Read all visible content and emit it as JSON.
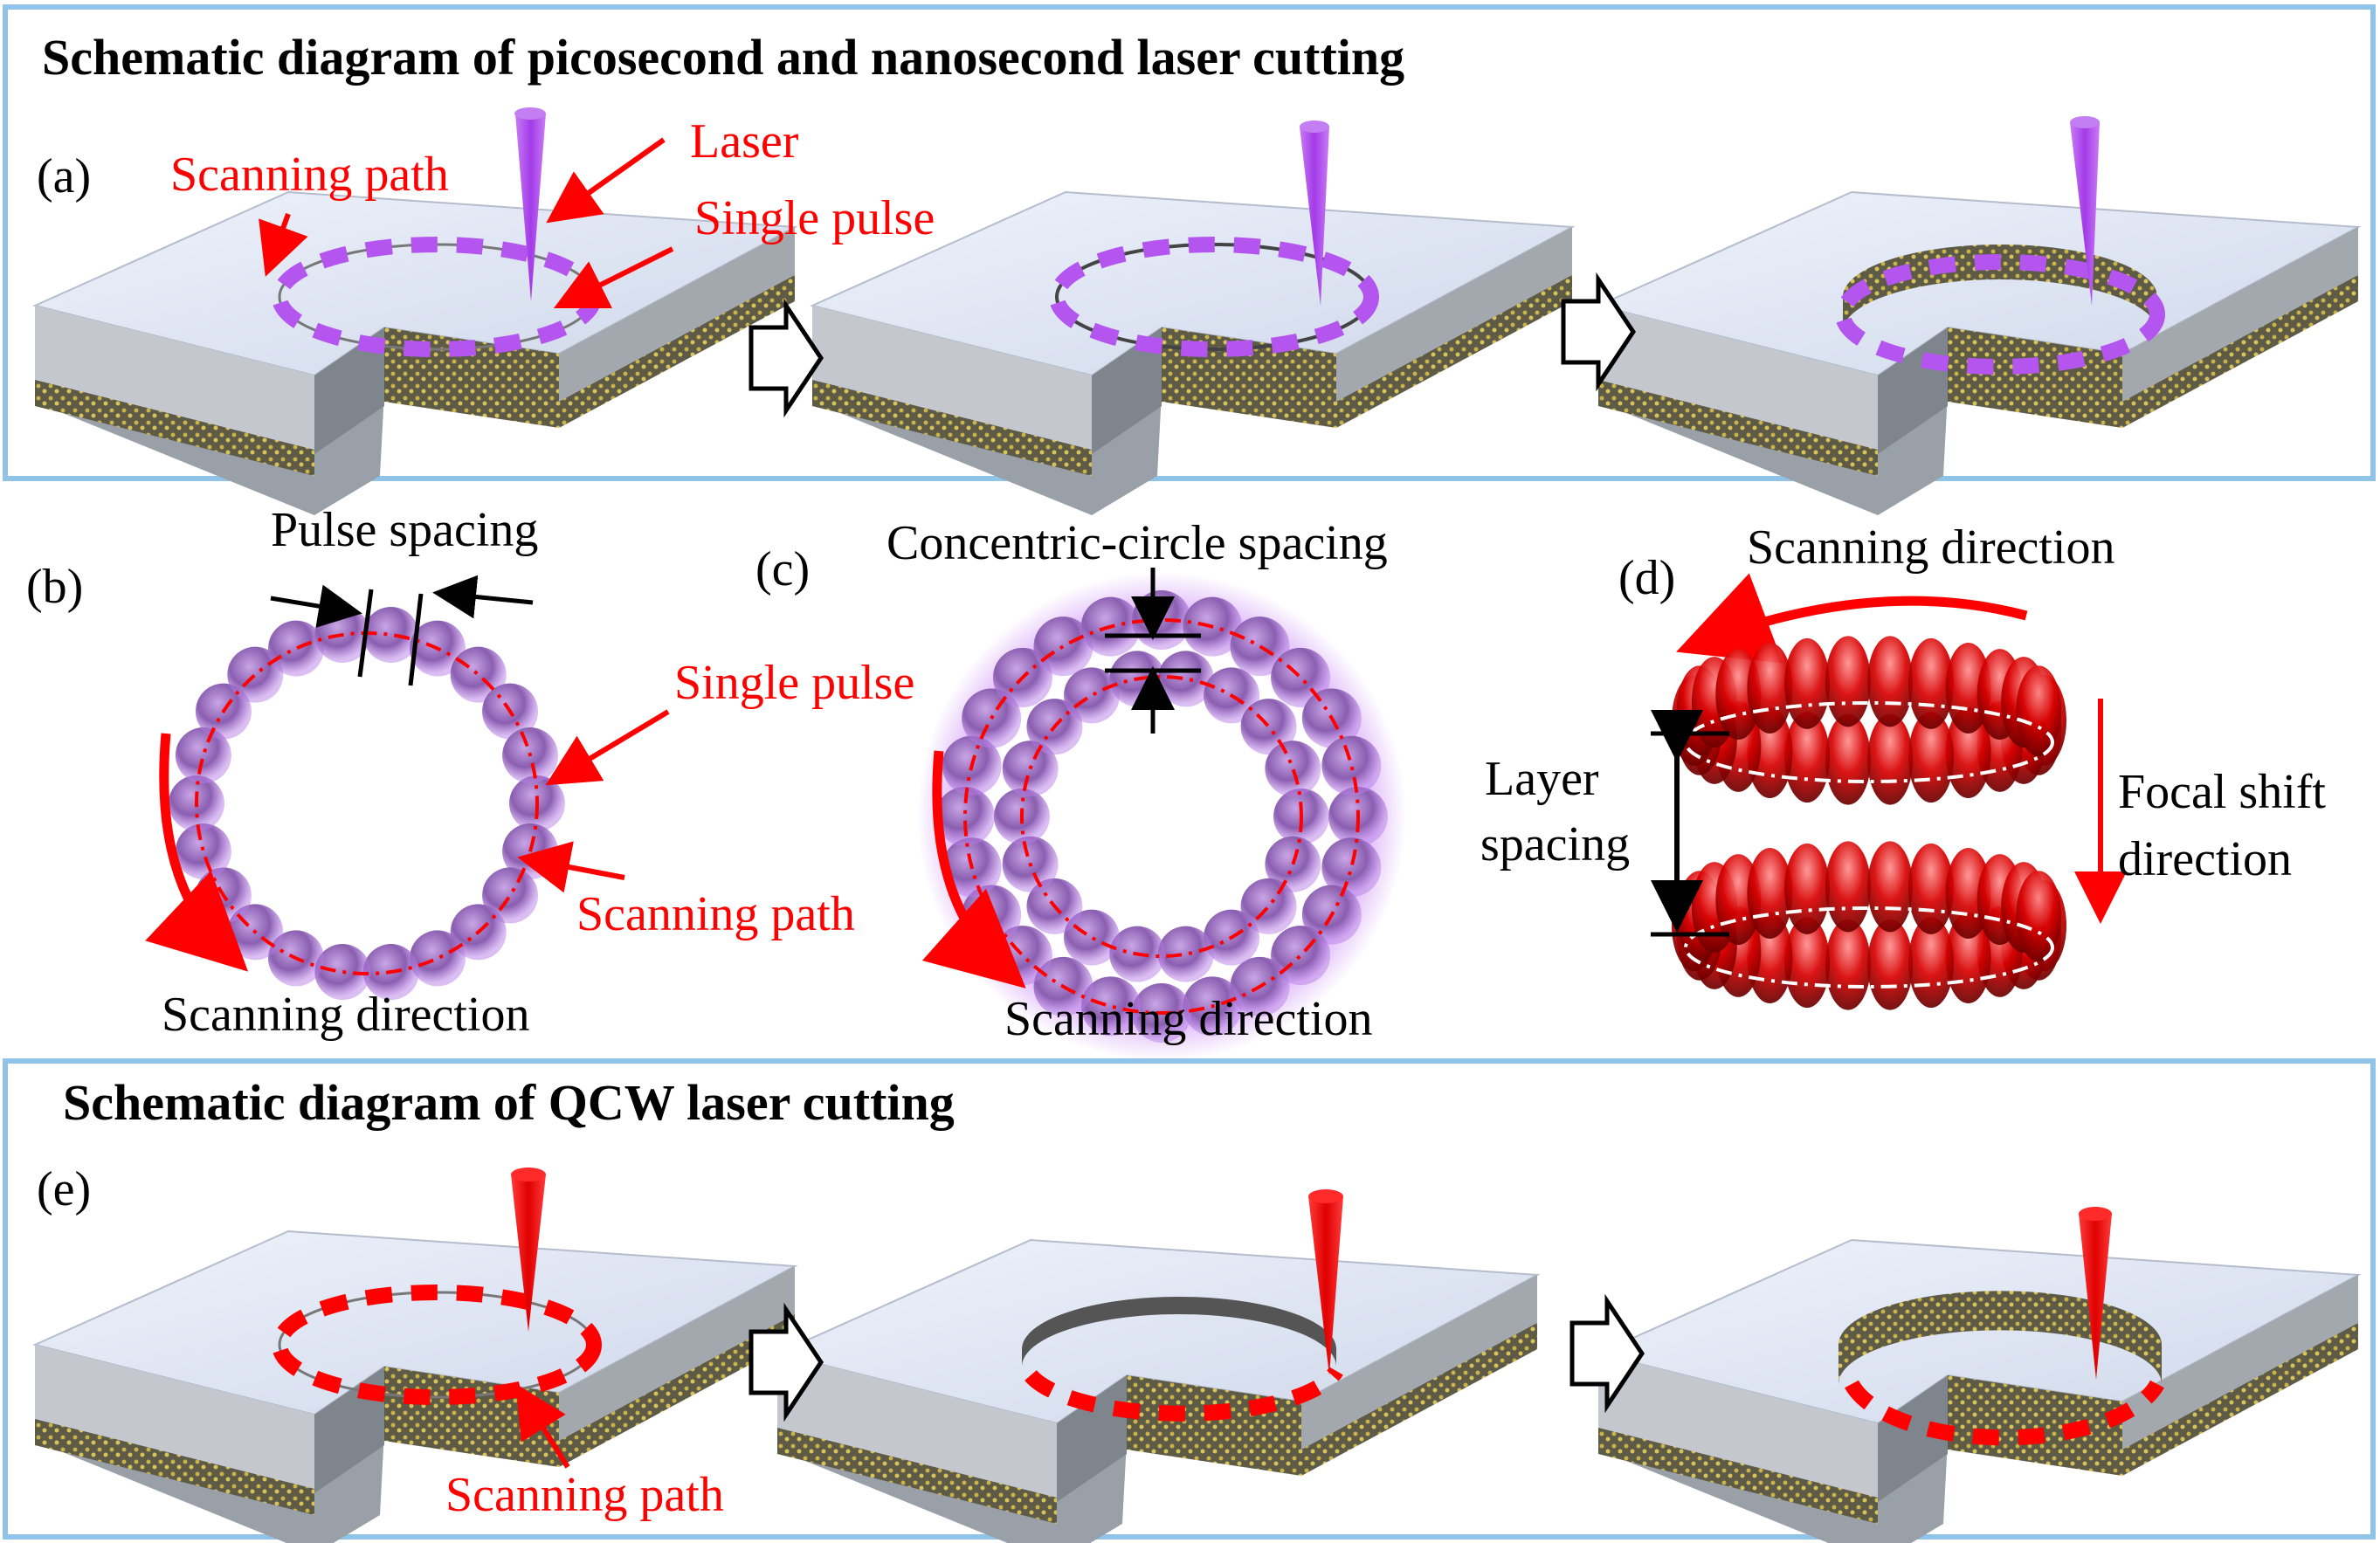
{
  "panel_top": {
    "title": "Schematic diagram of picosecond and nanosecond laser cutting",
    "label_a": "(a)",
    "laser": "Laser",
    "scanning_path": "Scanning path",
    "single_pulse": "Single pulse"
  },
  "panel_b": {
    "label": "(b)",
    "pulse_spacing": "Pulse spacing",
    "single_pulse": "Single pulse",
    "scanning_path": "Scanning path",
    "scanning_direction": "Scanning direction"
  },
  "panel_c": {
    "label": "(c)",
    "concentric_spacing": "Concentric-circle spacing",
    "scanning_direction": "Scanning direction"
  },
  "panel_d": {
    "label": "(d)",
    "scanning_direction": "Scanning direction",
    "layer_spacing_1": "Layer",
    "layer_spacing_2": "spacing",
    "focal_shift_1": "Focal shift",
    "focal_shift_2": "direction"
  },
  "panel_bottom": {
    "title": "Schematic diagram of QCW laser cutting",
    "label_e": "(e)",
    "scanning_path": "Scanning path"
  },
  "colors": {
    "frame": "#8fc4e8",
    "purple": "#b455f0",
    "red": "#ff0000",
    "plate_top": "#dfe6f4",
    "plate_side": "#8a8a8a"
  }
}
